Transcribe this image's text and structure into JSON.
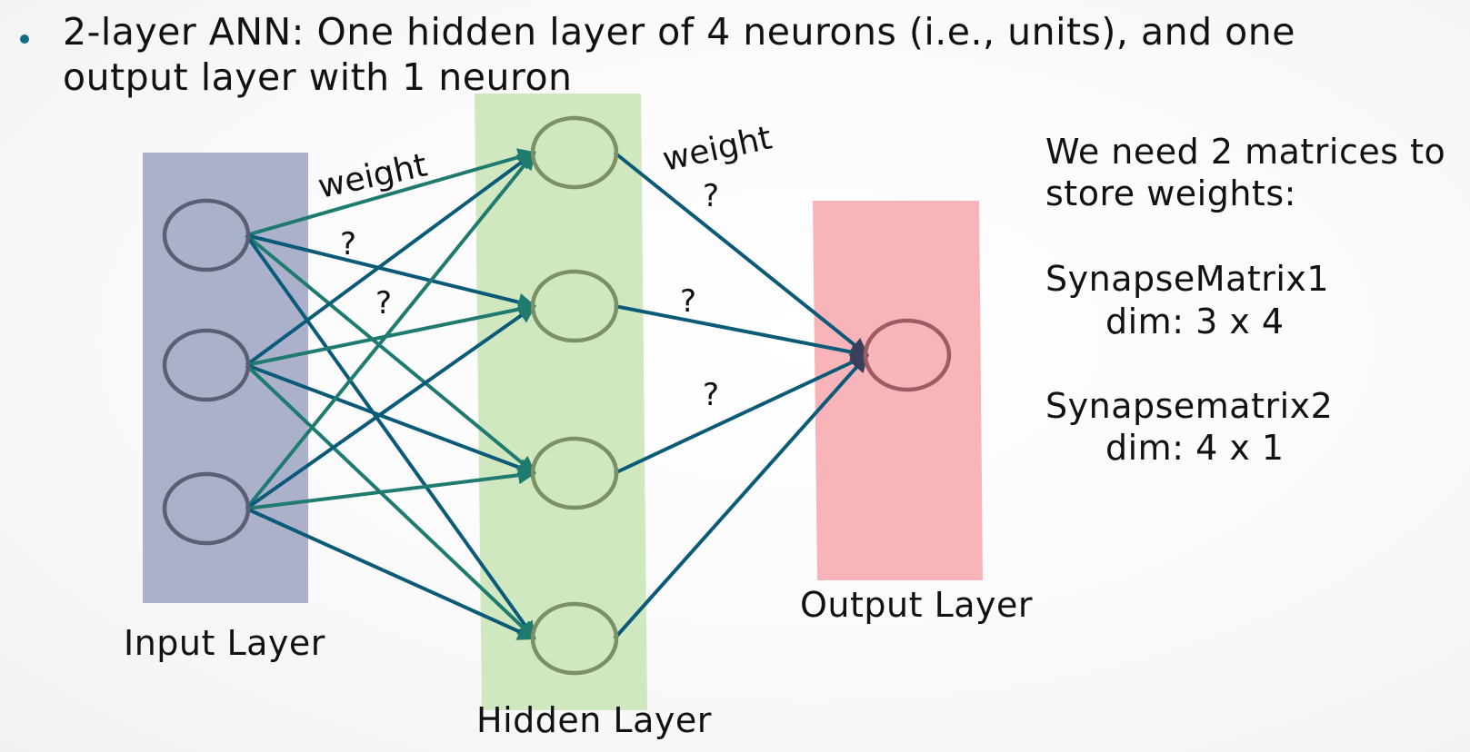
{
  "bullet": {
    "text": "2-layer ANN: One hidden layer of 4 neurons (i.e., units), and one output layer with 1 neuron"
  },
  "diagram": {
    "input_label": "Input Layer",
    "hidden_label": "Hidden Layer",
    "output_label": "Output Layer",
    "input_count": 3,
    "hidden_count": 4,
    "output_count": 1,
    "annotations": {
      "weight_1": "weight",
      "weight_2": "weight",
      "q_1": "?",
      "q_2": "?",
      "q_3": "?",
      "q_4": "?",
      "q_5": "?"
    },
    "colors": {
      "input_band": "#abb1cb",
      "hidden_band": "#d0e8c0",
      "output_band": "#f8b4b8",
      "input_node": "#5a5f75",
      "hidden_node": "#7a9066",
      "output_node": "#a05a62",
      "edge_blue": "#0b5a78",
      "edge_teal": "#1f7a6f"
    }
  },
  "side": {
    "line1": "We need 2 matrices to",
    "line2": "store weights:",
    "matrix1_name": "SynapseMatrix1",
    "matrix1_dim": "dim: 3 x 4",
    "matrix2_name": "Synapsematrix2",
    "matrix2_dim": "dim: 4 x 1"
  }
}
